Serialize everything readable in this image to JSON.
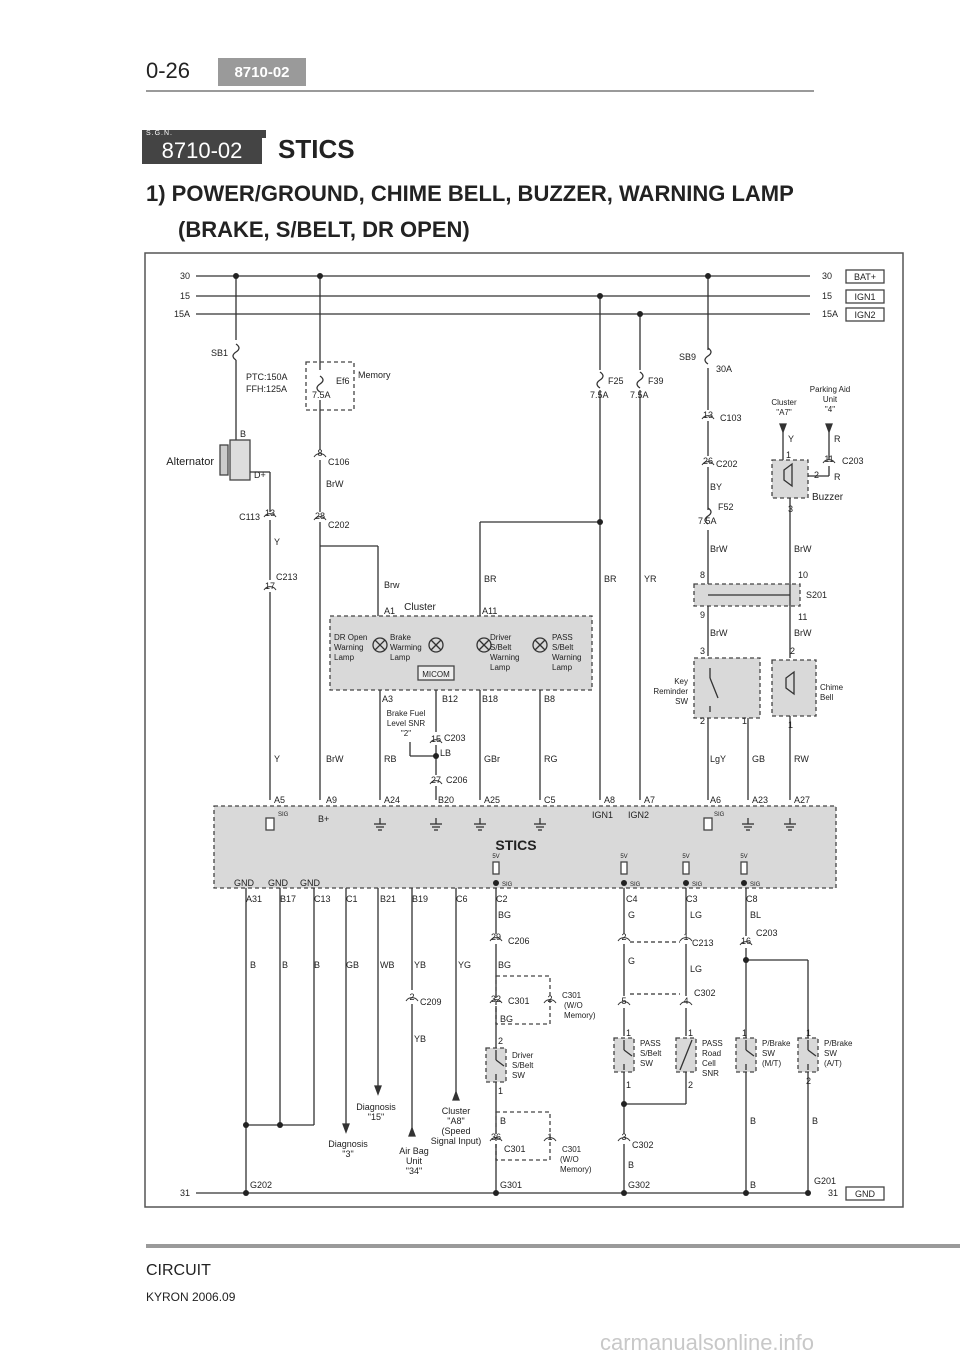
{
  "header": {
    "page": "0-26",
    "badge": "8710-02"
  },
  "section": {
    "sgn": "S.G.N.",
    "code": "8710-02",
    "title": "STICS"
  },
  "subtitle": {
    "line1": "1) POWER/GROUND, CHIME BELL, BUZZER, WARNING LAMP",
    "line2": "(BRAKE, S/BELT, DR OPEN)"
  },
  "footer": {
    "section": "CIRCUIT",
    "model": "KYRON 2006.09",
    "watermark": "carmanualsonline.info"
  },
  "diagram": {
    "rails": {
      "r30": "30",
      "r15": "15",
      "r15a": "15A",
      "r31": "31",
      "tag_bat": "BAT+",
      "tag_ign1": "IGN1",
      "tag_ign2": "IGN2",
      "tag_gnd": "GND"
    },
    "fuses": {
      "sb1": "SB1",
      "ptc": "PTC:150A",
      "ffh": "FFH:125A",
      "ef6": "Ef6",
      "ef6_amp": "7.5A",
      "memory": "Memory",
      "f25": "F25",
      "f25_amp": "7.5A",
      "f39": "F39",
      "f39_amp": "7.5A",
      "sb9": "SB9",
      "sb9_amp": "30A",
      "f52": "F52",
      "f52_amp": "7.5A"
    },
    "alternator": {
      "label": "Alternator",
      "b": "B",
      "dplus": "D+",
      "conn": "C113",
      "pin": "13"
    },
    "cluster": {
      "title": "Cluster",
      "a1": "A1",
      "a11": "A11",
      "a3": "A3",
      "b12": "B12",
      "b18": "B18",
      "b8": "B8",
      "dr_open": [
        "DR Open",
        "Warning",
        "Lamp"
      ],
      "brake": [
        "Brake",
        "Warming",
        "Lamp"
      ],
      "driver_belt": [
        "Driver",
        "S/Belt",
        "Warning",
        "Lamp"
      ],
      "pass_belt": [
        "PASS",
        "S/Belt",
        "Warning",
        "Lamp"
      ],
      "micom": "MICOM"
    },
    "stics": {
      "title": "STICS",
      "bplus": "B+",
      "sig": "SIG",
      "v5": "5V",
      "gnd": "GND",
      "ign1": "IGN1",
      "ign2": "IGN2",
      "top_pins": [
        "A5",
        "A9",
        "A24",
        "B20",
        "A25",
        "C5",
        "A8",
        "A7",
        "A6",
        "A23",
        "A27"
      ],
      "bottom_pins": [
        "A31",
        "B17",
        "C13",
        "C1",
        "B21",
        "B19",
        "C6",
        "C2",
        "C4",
        "C3",
        "C8"
      ]
    },
    "wires": {
      "y": "Y",
      "brw": "BrW",
      "brw_l": "Brw",
      "br": "BR",
      "yr": "YR",
      "by": "BY",
      "r": "R",
      "rb": "RB",
      "lb": "LB",
      "gbr": "GBr",
      "rg": "RG",
      "lgy": "LgY",
      "gb": "GB",
      "rw": "RW",
      "b": "B",
      "wb": "WB",
      "yb": "YB",
      "yg": "YG",
      "bg": "BG",
      "g": "G",
      "lg": "LG",
      "bl": "BL"
    },
    "connectors": {
      "c106": "C106",
      "c202": "C202",
      "c213": "C213",
      "c103": "C103",
      "c203": "C203",
      "c206": "C206",
      "c209": "C209",
      "c301": "C301",
      "c302": "C302",
      "s201": "S201",
      "wo_memory": [
        "(W/O",
        "Memory)"
      ]
    },
    "pins": {
      "p8": "8",
      "p28": "28",
      "p17": "17",
      "p13": "13",
      "p26": "26",
      "p11": "11",
      "p15": "15",
      "p27": "27",
      "p29": "29",
      "p32": "32",
      "p36": "36",
      "p2": "2",
      "p16": "16",
      "p1": "1",
      "p5": "5",
      "p4": "4",
      "p3": "3",
      "p10": "10",
      "p9": "9"
    },
    "cluster_a7": [
      "Cluster",
      "\"A7\""
    ],
    "parking_aid": [
      "Parking Aid",
      "Unit",
      "\"4\""
    ],
    "buzzer": "Buzzer",
    "chime": [
      "Chime",
      "Bell"
    ],
    "key_reminder": [
      "Key",
      "Reminder",
      "SW"
    ],
    "brake_fuel": [
      "Brake Fuel",
      "Level SNR",
      "\"2\""
    ],
    "diag3": [
      "Diagnosis",
      "\"3\""
    ],
    "diag15": [
      "Diagnosis",
      "\"15\""
    ],
    "airbag": [
      "Air Bag",
      "Unit",
      "\"34\""
    ],
    "cluster_a8": [
      "Cluster",
      "\"A8\"",
      "(Speed",
      "Signal Input)"
    ],
    "driver_sw": [
      "Driver",
      "S/Belt",
      "SW"
    ],
    "pass_sw": [
      "PASS",
      "S/Belt",
      "SW"
    ],
    "pass_road": [
      "PASS",
      "Road",
      "Cell",
      "SNR"
    ],
    "pbrake_mt": [
      "P/Brake",
      "SW",
      "(M/T)"
    ],
    "pbrake_at": [
      "P/Brake",
      "SW",
      "(A/T)"
    ],
    "grounds": {
      "g202": "G202",
      "g301": "G301",
      "g302": "G302",
      "g201": "G201"
    }
  }
}
